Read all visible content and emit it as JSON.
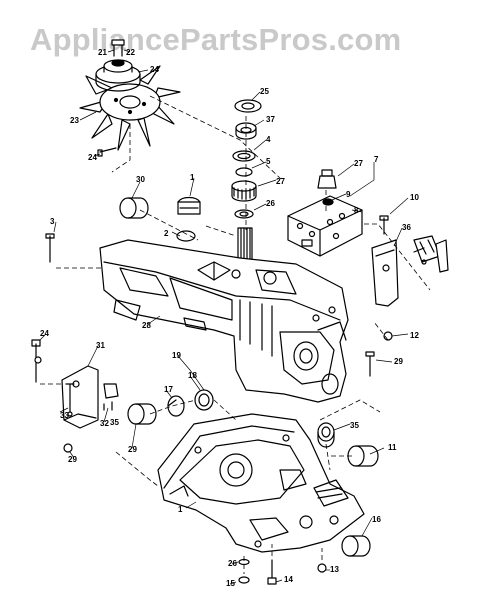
{
  "watermark": "AppliancePartsPros.com",
  "callouts": [
    "21",
    "22",
    "24",
    "23",
    "24",
    "25",
    "37",
    "4",
    "5",
    "27",
    "26",
    "27",
    "7",
    "9",
    "8",
    "10",
    "36",
    "30",
    "1",
    "2",
    "3",
    "28",
    "12",
    "29",
    "24",
    "31",
    "33",
    "32",
    "19",
    "17",
    "18",
    "29",
    "35",
    "11",
    "1",
    "16",
    "26",
    "15",
    "14",
    "13",
    "29",
    "35"
  ],
  "colors": {
    "line": "#000000",
    "background": "#ffffff",
    "watermark": "#c9c9c9"
  }
}
